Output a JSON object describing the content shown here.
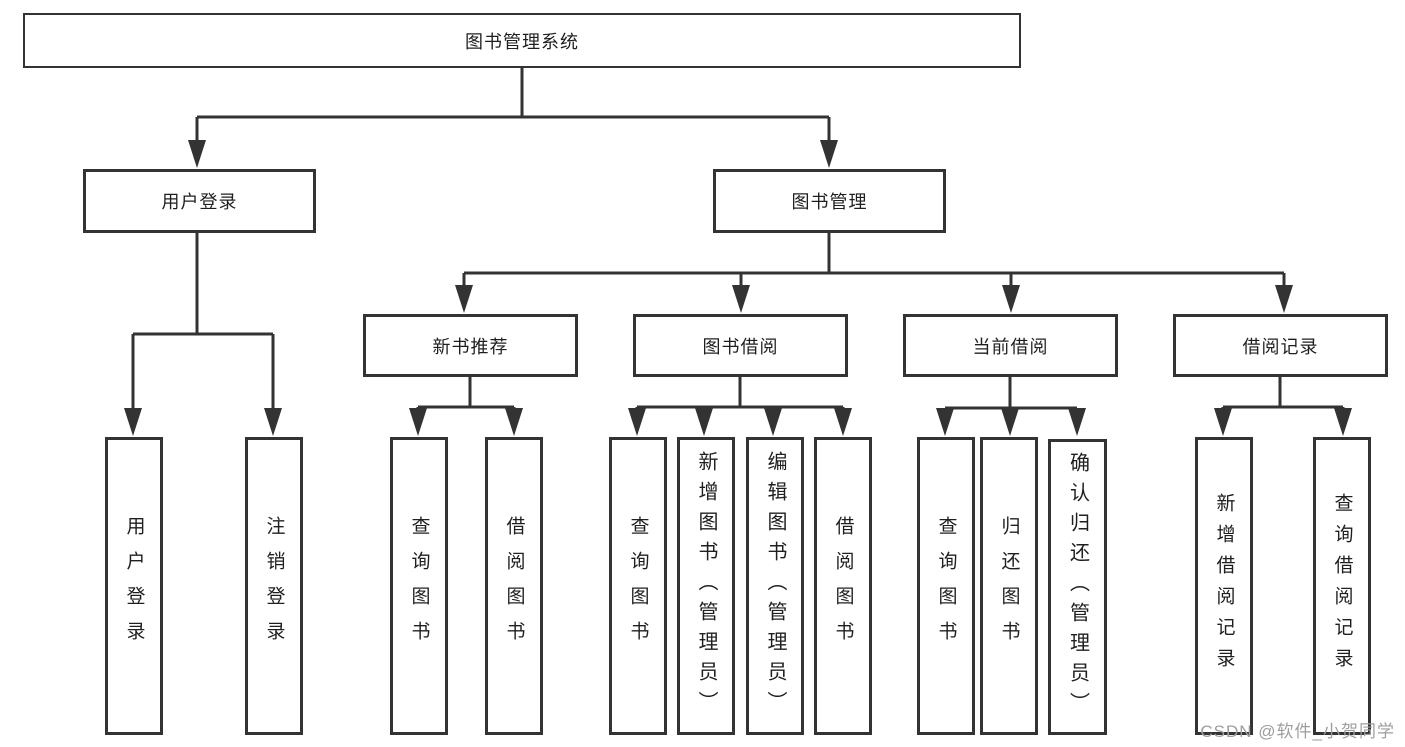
{
  "diagram": {
    "tree": {
      "root": {
        "label": "图书管理系统",
        "children": [
          {
            "label": "用户登录",
            "children": [
              {
                "label": "用户登录"
              },
              {
                "label": "注销登录"
              }
            ]
          },
          {
            "label": "图书管理",
            "children": [
              {
                "label": "新书推荐",
                "children": [
                  {
                    "label": "查询图书"
                  },
                  {
                    "label": "借阅图书"
                  }
                ]
              },
              {
                "label": "图书借阅",
                "children": [
                  {
                    "label": "查询图书"
                  },
                  {
                    "label": "新增图书（管理员）"
                  },
                  {
                    "label": "编辑图书（管理员）"
                  },
                  {
                    "label": "借阅图书"
                  }
                ]
              },
              {
                "label": "当前借阅",
                "children": [
                  {
                    "label": "查询图书"
                  },
                  {
                    "label": "归还图书"
                  },
                  {
                    "label": "确认归还（管理员）"
                  }
                ]
              },
              {
                "label": "借阅记录",
                "children": [
                  {
                    "label": "新增借阅记录"
                  },
                  {
                    "label": "查询借阅记录"
                  }
                ]
              }
            ]
          }
        ]
      }
    },
    "colors": {
      "line": "#333333",
      "box_border": "#333333",
      "box_fill": "#ffffff",
      "text": "#1f1f1f",
      "watermark": "#9e9e9e"
    },
    "watermark": "CSDN @软件_小贺同学"
  }
}
